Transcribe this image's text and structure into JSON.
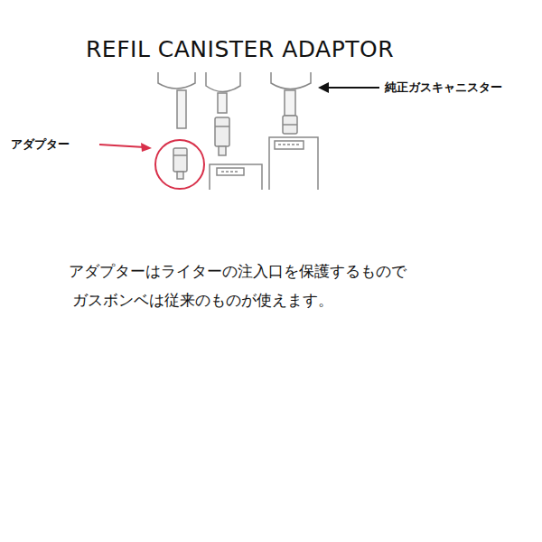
{
  "diagram": {
    "title": "REFIL CANISTER ADAPTOR",
    "labels": [
      "純正ガスキャニスター",
      "アダプター",
      "アダプターはライターの注入口を保護するもので",
      "ガスボンベは従来のものが使えます。"
    ]
  }
}
